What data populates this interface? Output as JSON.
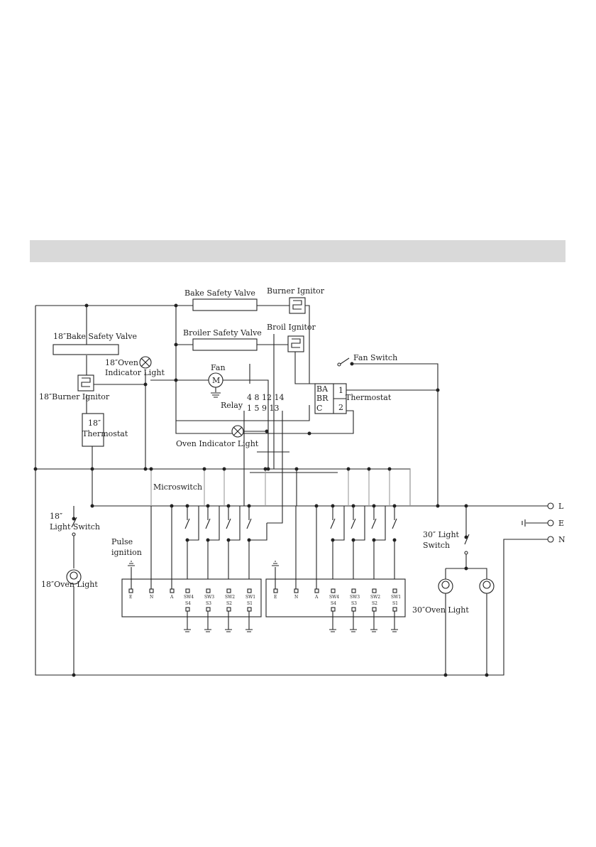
{
  "labels": {
    "bake_safety_valve": "Bake Safety Valve",
    "burner_ignitor": "Burner Ignitor",
    "broiler_safety_valve": "Broiler Safety Valve",
    "broil_ignitor": "Broil Ignitor",
    "bake_safety_valve_18": "18″Bake Safety Valve",
    "oven_indicator_18_line1": "18″Oven",
    "oven_indicator_18_line2": "Indicator Light",
    "fan": "Fan",
    "fan_motor": "M",
    "fan_switch": "Fan Switch",
    "burner_ignitor_18": "18″Burner Ignitor",
    "relay": "Relay",
    "relay_top_pins": "4  8  12 14",
    "relay_bottom_pins": "1  5  9  13",
    "thermostat": "Thermostat",
    "thermostat_pin_ba": "BA",
    "thermostat_pin_br": "BR",
    "thermostat_pin_c": "C",
    "thermostat_pin_1": "1",
    "thermostat_pin_2": "2",
    "thermostat_18_line1": "18″",
    "thermostat_18_line2": "Thermostat",
    "oven_indicator_light": "Oven Indicator Light",
    "microswitch": "Microswitch",
    "light_switch_18_line1": "18″",
    "light_switch_18_line2": "Light Switch",
    "pulse_ignition_line1": "Pulse",
    "pulse_ignition_line2": "ignition",
    "oven_light_18": "18″Oven Light",
    "light_switch_30_line1": "30″ Light",
    "light_switch_30_line2": "Switch",
    "oven_light_30": "30″Oven Light",
    "terminal_l": "L",
    "terminal_e": "E",
    "terminal_n": "N"
  },
  "module_top_pins": [
    "E",
    "N",
    "A",
    "SW4",
    "SW3",
    "SW2",
    "SW1"
  ],
  "module_bottom_pins": [
    "S4",
    "S3",
    "S2",
    "S1"
  ],
  "colors": {
    "wire": "#222222",
    "gray_wire": "#9a9a9a",
    "header_bar": "#d9d9d9"
  }
}
